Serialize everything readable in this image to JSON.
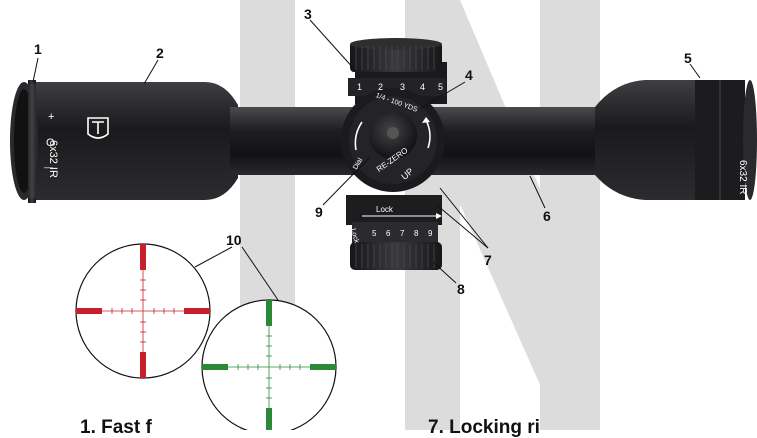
{
  "figure": {
    "callouts": [
      "1",
      "2",
      "3",
      "4",
      "5",
      "6",
      "7",
      "8",
      "9",
      "10"
    ],
    "scope_markings": {
      "model_left": "6x32 IR",
      "model_right": "6x32 IR",
      "illumination_plus": "+",
      "illumination_off": "O",
      "illumination_minus": "—",
      "turret_numbers": [
        "1",
        "2",
        "3",
        "4",
        "5"
      ],
      "turret_face_top": "1/4 - 100 YDS",
      "turret_face_up": "UP",
      "turret_face_rezero": "RE-ZERO",
      "turret_face_dial": "Dial",
      "lock_ring_label": "Lock",
      "lock_ring_label_2": "Lock",
      "focus_numbers": [
        "5",
        "6",
        "7",
        "8",
        "9"
      ]
    },
    "bottom_headings": {
      "left": "1. Fast f",
      "right": "7. Locking ri"
    },
    "colors": {
      "reticle_red": "#c8202a",
      "reticle_green": "#2a8a3a",
      "scope_body": "#1b1b1d",
      "background_stripes": "#dcdcdc"
    }
  }
}
